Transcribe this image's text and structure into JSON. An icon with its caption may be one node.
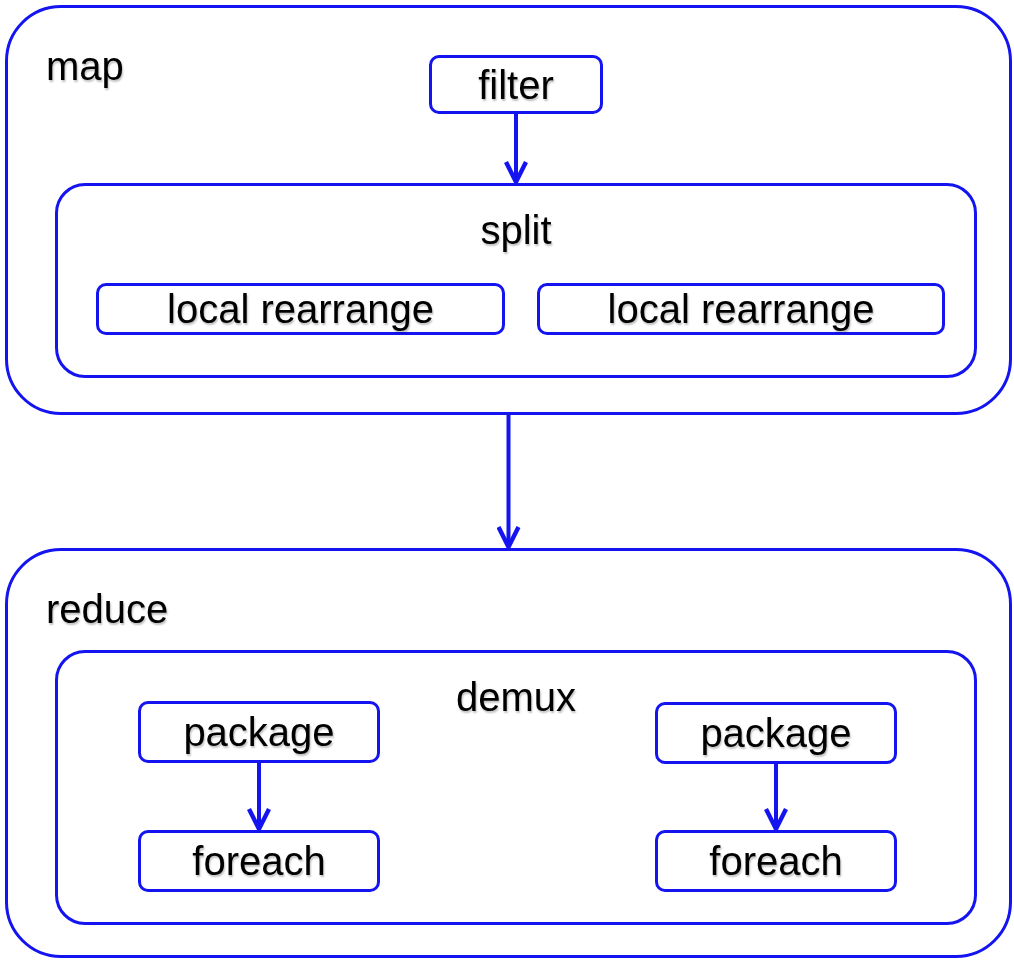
{
  "diagram": {
    "nodes": [
      {
        "text": [
          "map"
        ]
      },
      {
        "text": [
          "filter"
        ],
        "in": 0
      },
      {
        "text": [
          "split"
        ],
        "in": 0
      },
      {
        "text": [
          "local rearrange"
        ],
        "in": 2
      },
      {
        "text": [
          "local rearrange"
        ],
        "in": 2
      },
      {
        "text": [
          "reduce"
        ]
      },
      {
        "text": [
          "demux"
        ],
        "in": 5
      },
      {
        "text": [
          "package"
        ],
        "in": 6
      },
      {
        "text": [
          "foreach"
        ],
        "in": 6
      },
      {
        "text": [
          "package"
        ],
        "in": 6
      },
      {
        "text": [
          "foreach"
        ],
        "in": 6
      }
    ],
    "edges": [
      {
        "from": 1,
        "to": 2,
        "arrow": "to"
      },
      {
        "from": 0,
        "to": 5,
        "arrow": "to"
      },
      {
        "from": 7,
        "to": 8,
        "arrow": "to"
      },
      {
        "from": 9,
        "to": 10,
        "arrow": "to"
      }
    ]
  }
}
